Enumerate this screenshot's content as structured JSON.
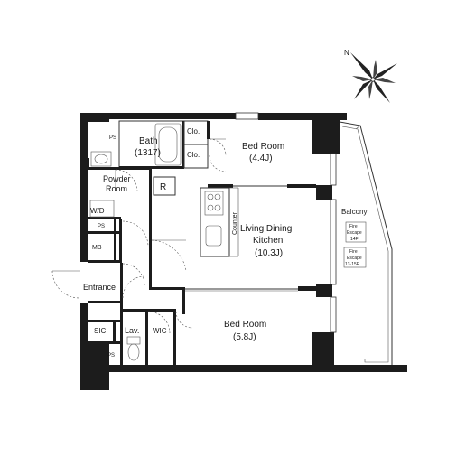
{
  "rooms": {
    "bath": "Bath",
    "bath_size": "(1317)",
    "closet_1": "Clo.",
    "closet_2": "Clo.",
    "bed_room_1": "Bed Room",
    "bed_room_1_size": "(4.4J)",
    "powder_room_1": "Powder",
    "powder_room_2": "Room",
    "refrigerator": "R",
    "washer_dryer": "W/D",
    "ps_1": "PS",
    "ps_2": "PS",
    "ps_3": "PS",
    "mb": "MB",
    "living_1": "Living Dining",
    "living_2": "Kitchen",
    "living_size": "(10.3J)",
    "counter": "Counter",
    "balcony": "Balcony",
    "entrance": "Entrance",
    "sic": "SIC",
    "lav": "Lav.",
    "wic": "WIC",
    "bed_room_2": "Bed Room",
    "bed_room_2_size": "(5.8J)"
  },
  "fire_escape": {
    "line1": "Fire",
    "line2": "Escape",
    "floor_a": "14F",
    "floor_b": "13·15F"
  },
  "compass": {
    "north": "N"
  }
}
